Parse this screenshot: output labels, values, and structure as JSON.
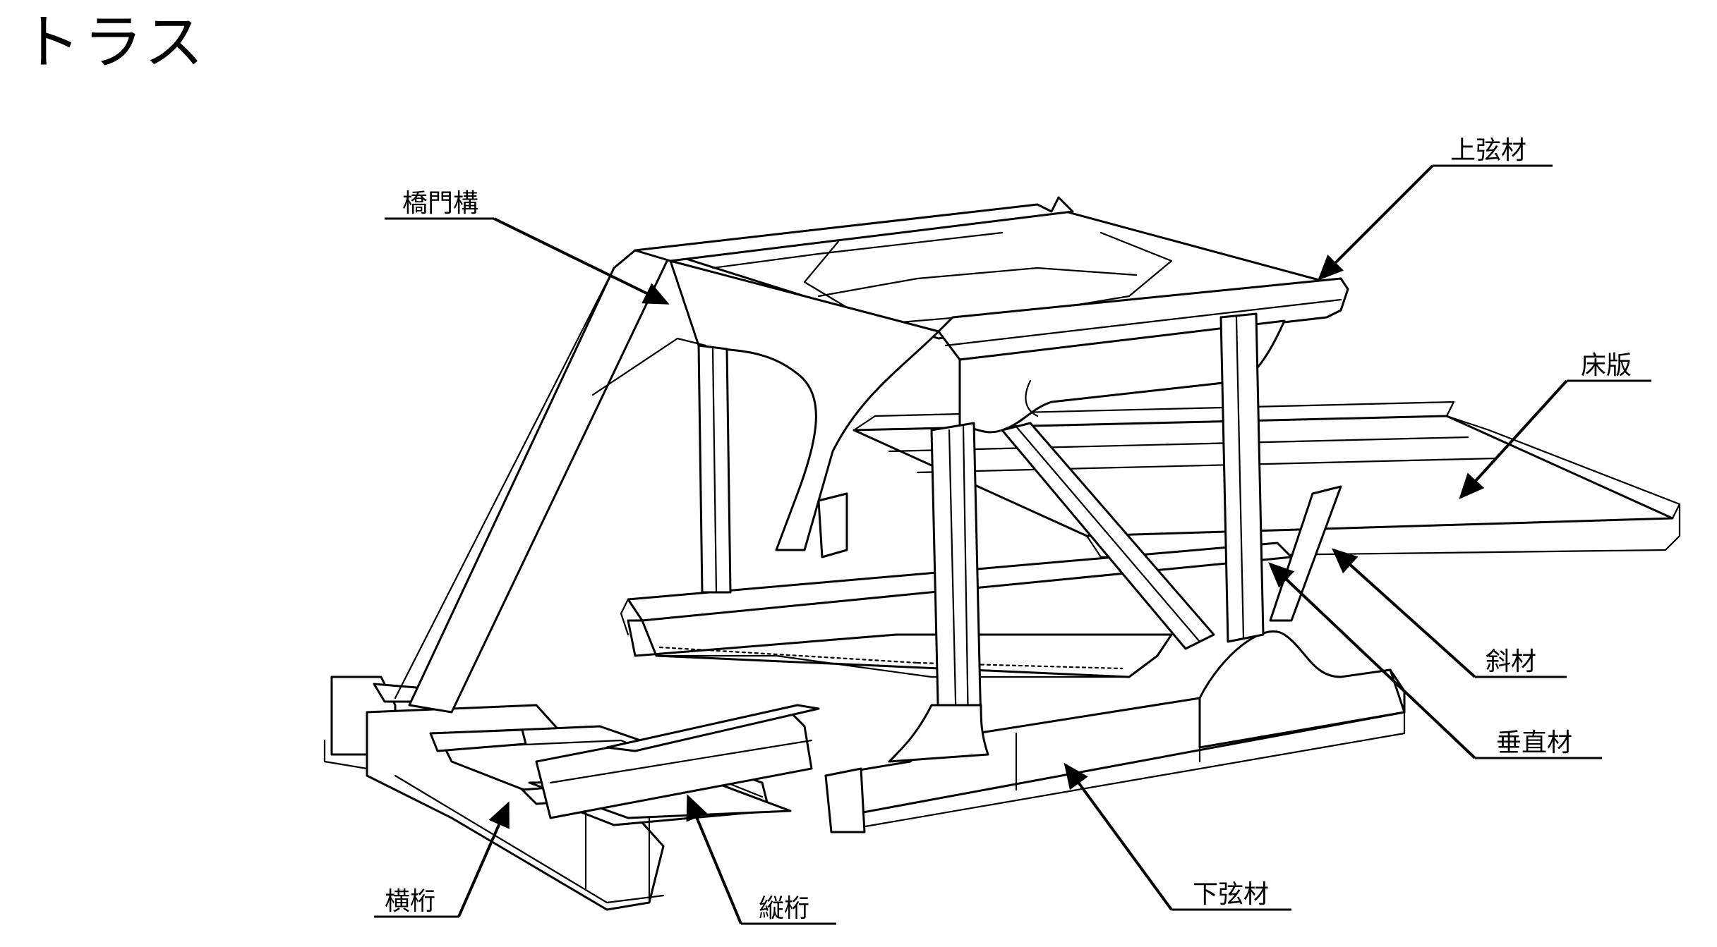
{
  "title": "トラス",
  "labels": {
    "portal_bracing": "橋門構",
    "upper_chord": "上弦材",
    "deck_slab": "床版",
    "diagonal": "斜材",
    "vertical": "垂直材",
    "lower_chord": "下弦材",
    "cross_beam": "横桁",
    "stringer": "縦桁"
  }
}
